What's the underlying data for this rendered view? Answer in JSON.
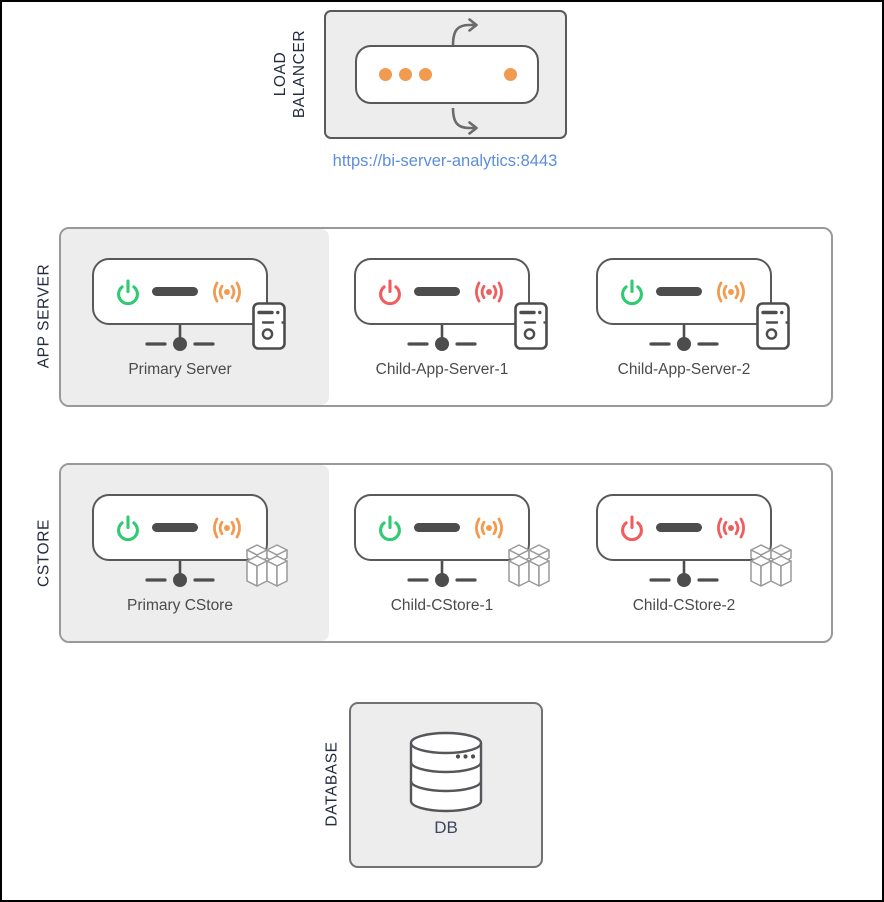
{
  "load_balancer": {
    "label_line1": "LOAD",
    "label_line2": "BALANCER",
    "url": "https://bi-server-analytics:8443"
  },
  "app_server": {
    "label": "APP SERVER",
    "nodes": [
      {
        "label": "Primary Server",
        "power": "green",
        "signal": "orange"
      },
      {
        "label": "Child-App-Server-1",
        "power": "red",
        "signal": "red"
      },
      {
        "label": "Child-App-Server-2",
        "power": "green",
        "signal": "orange"
      }
    ]
  },
  "cstore": {
    "label": "CSTORE",
    "nodes": [
      {
        "label": "Primary CStore",
        "power": "green",
        "signal": "orange"
      },
      {
        "label": "Child-CStore-1",
        "power": "green",
        "signal": "orange"
      },
      {
        "label": "Child-CStore-2",
        "power": "red",
        "signal": "red"
      }
    ]
  },
  "database": {
    "label": "DATABASE",
    "db_label": "DB"
  },
  "status_colors": {
    "green": "#2ecb72",
    "red": "#f15d5d",
    "orange": "#f09b50"
  },
  "colors": {
    "link_blue": "#5c8edb",
    "panel_grey": "#ededed",
    "dark_grey": "#4d4d4d",
    "node_border": "#58595b"
  },
  "icons": {
    "load_balancer_unit": "load-balancer-icon",
    "cycle_arrows": "cycle-arrow-icon",
    "power": "power-icon",
    "status_bar": "status-bar",
    "signal": "broadcast-icon",
    "network": "network-node-icon",
    "app_server_corner": "server-tower-icon",
    "cstore_corner": "packages-icon",
    "database": "database-cylinder-icon"
  }
}
